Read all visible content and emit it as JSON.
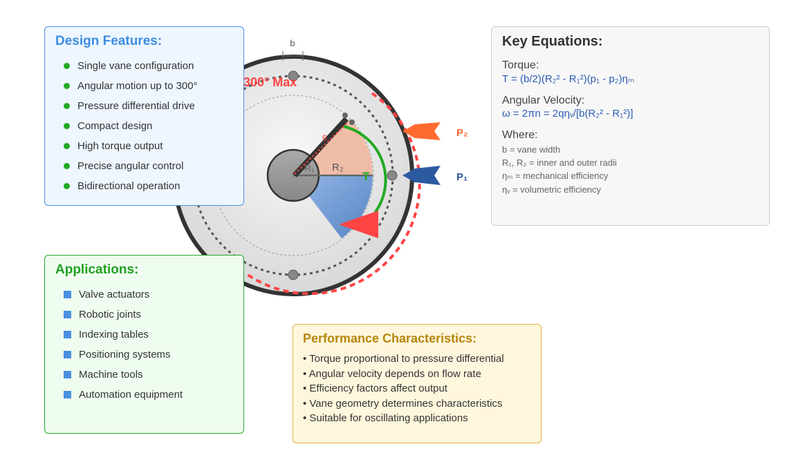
{
  "diagram": {
    "width_label": "b",
    "max_angle_label": "300° Max",
    "r1_label": "R₁",
    "r2_label": "R₂",
    "theta_label": "θ",
    "torque_label": "T",
    "p2_label": "P₂",
    "p1_label": "P₁",
    "colors": {
      "p2": "#ff6a2f",
      "p1": "#2c5aa0",
      "torque": "#22aa22",
      "limit": "#ff4444",
      "pressure_high": "#f0b8a0",
      "pressure_low": "#6f9ed8"
    }
  },
  "features": {
    "title": "Design Features:",
    "items": [
      "Single vane configuration",
      "Angular motion up to 300°",
      "Pressure differential drive",
      "Compact design",
      "High torque output",
      "Precise angular control",
      "Bidirectional operation"
    ]
  },
  "applications": {
    "title": "Applications:",
    "items": [
      "Valve actuators",
      "Robotic joints",
      "Indexing tables",
      "Positioning systems",
      "Machine tools",
      "Automation equipment"
    ]
  },
  "equations": {
    "title": "Key Equations:",
    "torque_label": "Torque:",
    "torque_formula": "T = (b/2)(R₂² - R₁²)(p₁ - p₂)ηₘ",
    "velocity_label": "Angular Velocity:",
    "velocity_formula": "ω = 2πn = 2qηᵥ/[b(R₂² - R₁²)]",
    "where_label": "Where:",
    "where": [
      "b = vane width",
      "R₁, R₂ = inner and outer radii",
      "ηₘ = mechanical efficiency",
      "ηᵥ = volumetric efficiency"
    ]
  },
  "performance": {
    "title": "Performance Characteristics:",
    "items": [
      "• Torque proportional to pressure differential",
      "• Angular velocity depends on flow rate",
      "• Efficiency factors affect output",
      "• Vane geometry determines characteristics",
      "• Suitable for oscillating applications"
    ]
  }
}
